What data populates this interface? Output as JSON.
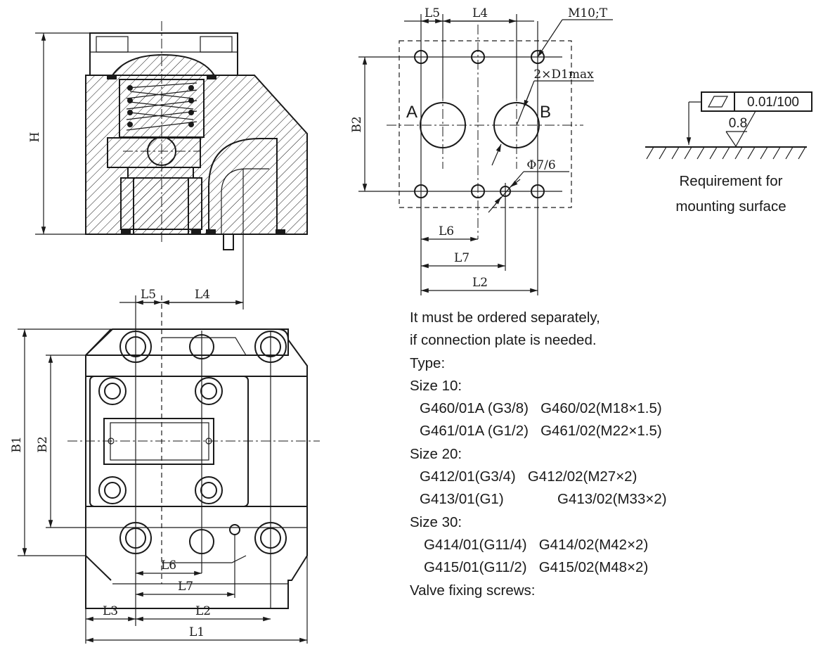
{
  "dimensions": {
    "H": "H",
    "B1": "B1",
    "B2": "B2",
    "L1": "L1",
    "L2": "L2",
    "L3": "L3",
    "L4": "L4",
    "L5": "L5",
    "L6": "L6",
    "L7": "L7",
    "thread": "M10;T",
    "port_dia": "2×D1max",
    "pin_dia": "Φ7/6"
  },
  "ports": {
    "a": "A",
    "b": "B"
  },
  "mounting_surface": {
    "flatness": "0.01/100",
    "roughness": "0.8",
    "caption_line1": "Requirement for",
    "caption_line2": "mounting surface"
  },
  "notes": {
    "line1": "It must be ordered separately,",
    "line2": "if connection plate is needed.",
    "type_label": "Type:",
    "size10": {
      "label": "Size 10:",
      "row1_a": "G460/01A (G3/8)",
      "row1_b": "G460/02(M18×1.5)",
      "row2_a": "G461/01A (G1/2)",
      "row2_b": "G461/02(M22×1.5)"
    },
    "size20": {
      "label": "Size 20:",
      "row1_a": "G412/01(G3/4)",
      "row1_b": "G412/02(M27×2)",
      "row2_a": "G413/01(G1)",
      "row2_b": "G413/02(M33×2)"
    },
    "size30": {
      "label": "Size 30:",
      "row1_a": "G414/01(G11/4)",
      "row1_b": "G414/02(M42×2)",
      "row2_a": "G415/01(G11/2)",
      "row2_b": "G415/02(M48×2)"
    },
    "screws_label": "Valve fixing screws:"
  }
}
